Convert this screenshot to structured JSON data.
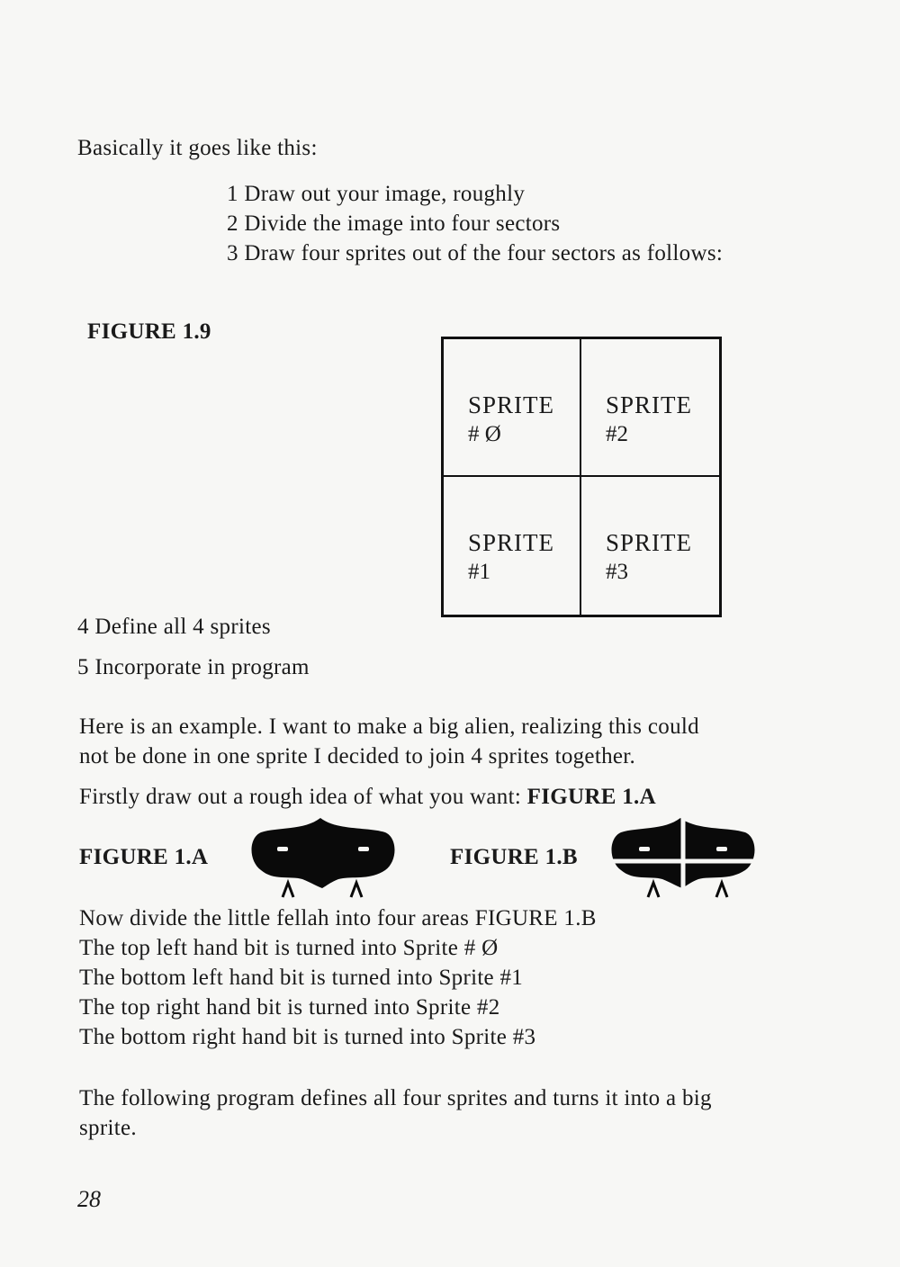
{
  "intro": "Basically it goes like this:",
  "steps": [
    "1 Draw out your image, roughly",
    "2 Divide the image into four sectors",
    "3 Draw four sprites out of the four sectors as follows:"
  ],
  "figure_19_label": "FIGURE 1.9",
  "grid": {
    "cells": [
      {
        "label": "SPRITE",
        "num": "# Ø"
      },
      {
        "label": "SPRITE",
        "num": "#2"
      },
      {
        "label": "SPRITE",
        "num": "#1"
      },
      {
        "label": "SPRITE",
        "num": "#3"
      }
    ]
  },
  "steps_after": [
    "4 Define all 4 sprites",
    "5 Incorporate in program"
  ],
  "example_para": [
    "Here is an example. I want to make a big alien, realizing this could",
    "not be done in one sprite I decided to join 4 sprites together."
  ],
  "firstly_text": "Firstly draw out a rough idea of what you want: ",
  "firstly_fig": "FIGURE 1.A",
  "fig_a_label": "FIGURE 1.A",
  "fig_b_label": "FIGURE 1.B",
  "divide_lines": [
    "Now divide the little fellah into four areas FIGURE 1.B",
    "The top left hand bit is turned into Sprite # Ø",
    "The bottom left hand bit is turned into Sprite #1",
    "The top right hand bit is turned into Sprite #2",
    "The bottom right hand bit is turned into Sprite #3"
  ],
  "following": [
    "The following program defines all four sprites and turns it into a big",
    "sprite."
  ],
  "page_number": "28"
}
